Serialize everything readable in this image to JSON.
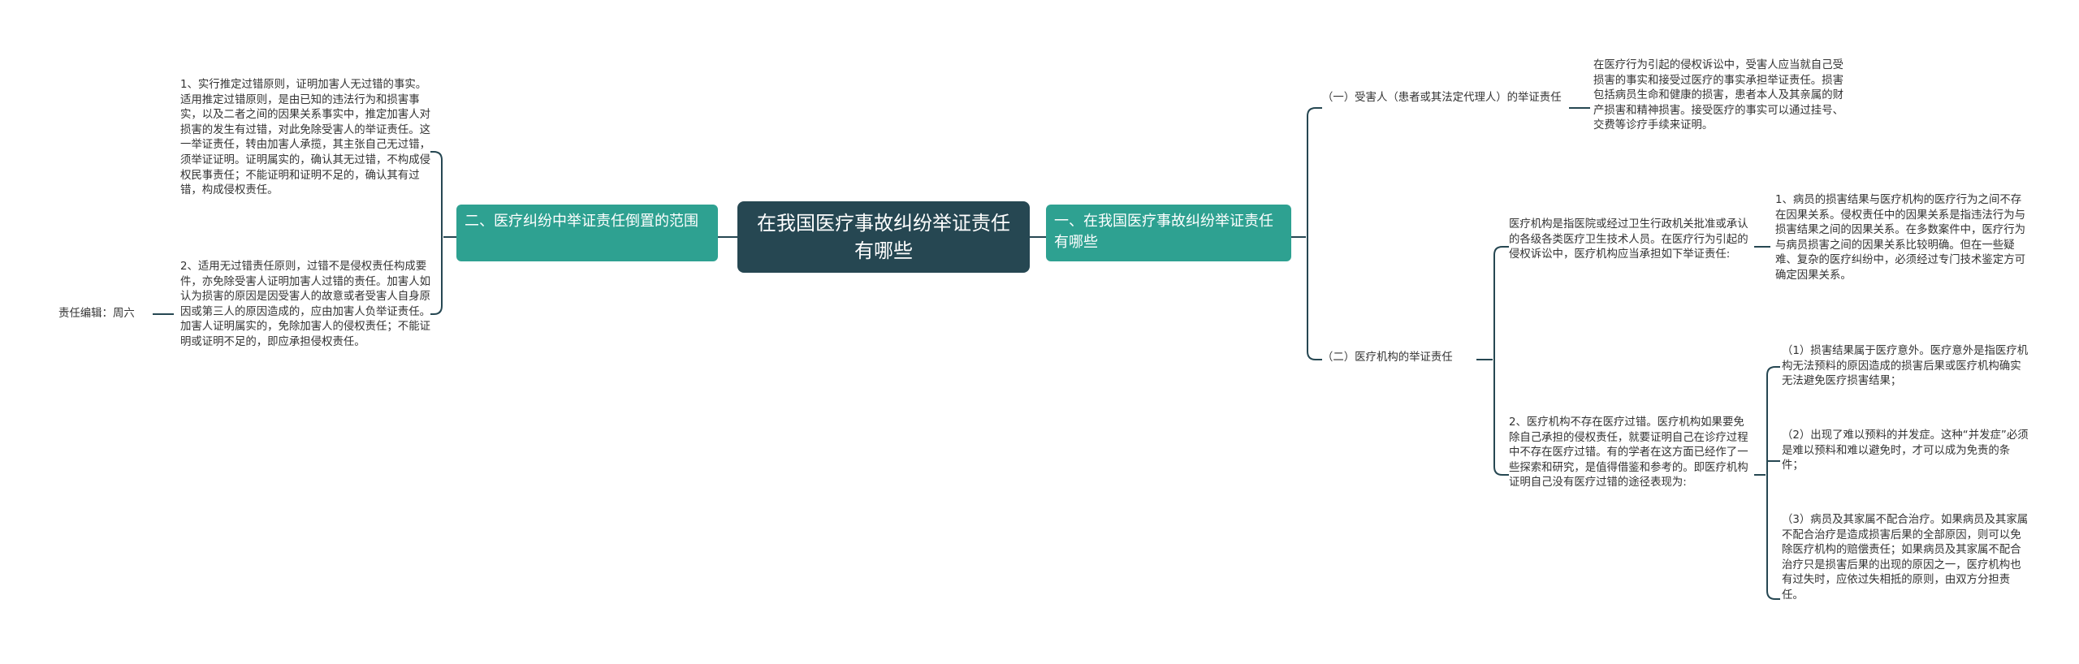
{
  "root": {
    "title": "在我国医疗事故纠纷举证责任有哪些"
  },
  "right_branch": {
    "label": "一、在我国医疗事故纠纷举证责任有哪些",
    "patient": {
      "label": "（一）受害人（患者或其法定代理人）的举证责任",
      "detail": "在医疗行为引起的侵权诉讼中，受害人应当就自己受损害的事实和接受过医疗的事实承担举证责任。损害包括病员生命和健康的损害，患者本人及其亲属的财产损害和精神损害。接受医疗的事实可以通过挂号、交费等诊疗手续来证明。"
    },
    "hospital": {
      "label": "（二）医疗机构的举证责任",
      "sub1": {
        "text": "医疗机构是指医院或经过卫生行政机关批准或承认的各级各类医疗卫生技术人员。在医疗行为引起的侵权诉讼中，医疗机构应当承担如下举证责任:",
        "detail": "1、病员的损害结果与医疗机构的医疗行为之间不存在因果关系。侵权责任中的因果关系是指违法行为与损害结果之间的因果关系。在多数案件中，医疗行为与病员损害之间的因果关系比较明确。但在一些疑难、复杂的医疗纠纷中，必须经过专门技术鉴定方可确定因果关系。"
      },
      "sub2": {
        "text": "2、医疗机构不存在医疗过错。医疗机构如果要免除自己承担的侵权责任，就要证明自己在诊疗过程中不存在医疗过错。有的学者在这方面已经作了一些探索和研究，是值得借鉴和参考的。即医疗机构证明自己没有医疗过错的途径表现为:",
        "items": [
          "（1）损害结果属于医疗意外。医疗意外是指医疗机构无法预料的原因造成的损害后果或医疗机构确实无法避免医疗损害结果；",
          "（2）出现了难以预料的并发症。这种“并发症”必须是难以预料和难以避免时，才可以成为免责的条件；",
          "（3）病员及其家属不配合治疗。如果病员及其家属不配合治疗是造成损害后果的全部原因，则可以免除医疗机构的赔偿责任；如果病员及其家属不配合治疗只是损害后果的出现的原因之一，医疗机构也有过失时，应依过失相抵的原则，由双方分担责任。"
        ]
      }
    }
  },
  "left_branch": {
    "label": "二、医疗纠纷中举证责任倒置的范围",
    "items": [
      "1、实行推定过错原则，证明加害人无过错的事实。适用推定过错原则，是由已知的违法行为和损害事实，以及二者之间的因果关系事实中，推定加害人对损害的发生有过错，对此免除受害人的举证责任。这一举证责任，转由加害人承揽，其主张自己无过错，须举证证明。证明属实的，确认其无过错，不构成侵权民事责任；不能证明和证明不足的，确认其有过错，构成侵权责任。",
      "2、适用无过错责任原则，过错不是侵权责任构成要件，亦免除受害人证明加害人过错的责任。加害人如认为损害的原因是因受害人的故意或者受害人自身原因或第三人的原因造成的，应由加害人负举证责任。加害人证明属实的，免除加害人的侵权责任；不能证明或证明不足的，即应承担侵权责任。"
    ]
  },
  "editor": {
    "label": "责任编辑：周六"
  },
  "colors": {
    "root": "#264752",
    "branch": "#2ea191",
    "line": "#264752"
  }
}
